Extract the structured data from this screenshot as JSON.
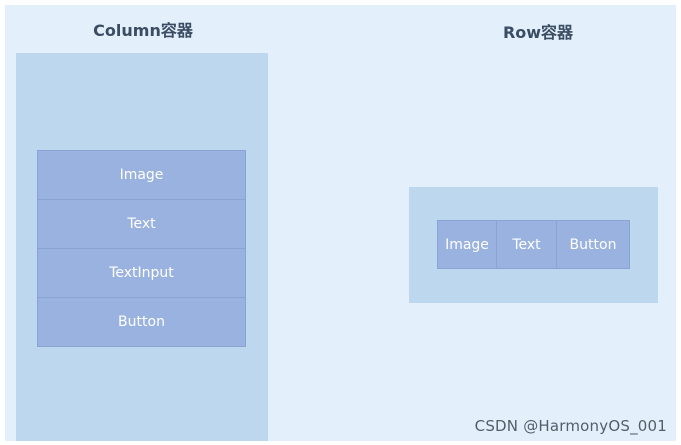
{
  "column_section": {
    "title": "Column容器",
    "items": [
      "Image",
      "Text",
      "TextInput",
      "Button"
    ]
  },
  "row_section": {
    "title": "Row容器",
    "items": [
      "Image",
      "Text",
      "Button"
    ]
  },
  "watermark": "CSDN @HarmonyOS_001",
  "colors": {
    "background": "#e3f0fc",
    "panel": "#bcd7ee",
    "item": "#9ab2e0",
    "title_text": "#3b4d63"
  }
}
